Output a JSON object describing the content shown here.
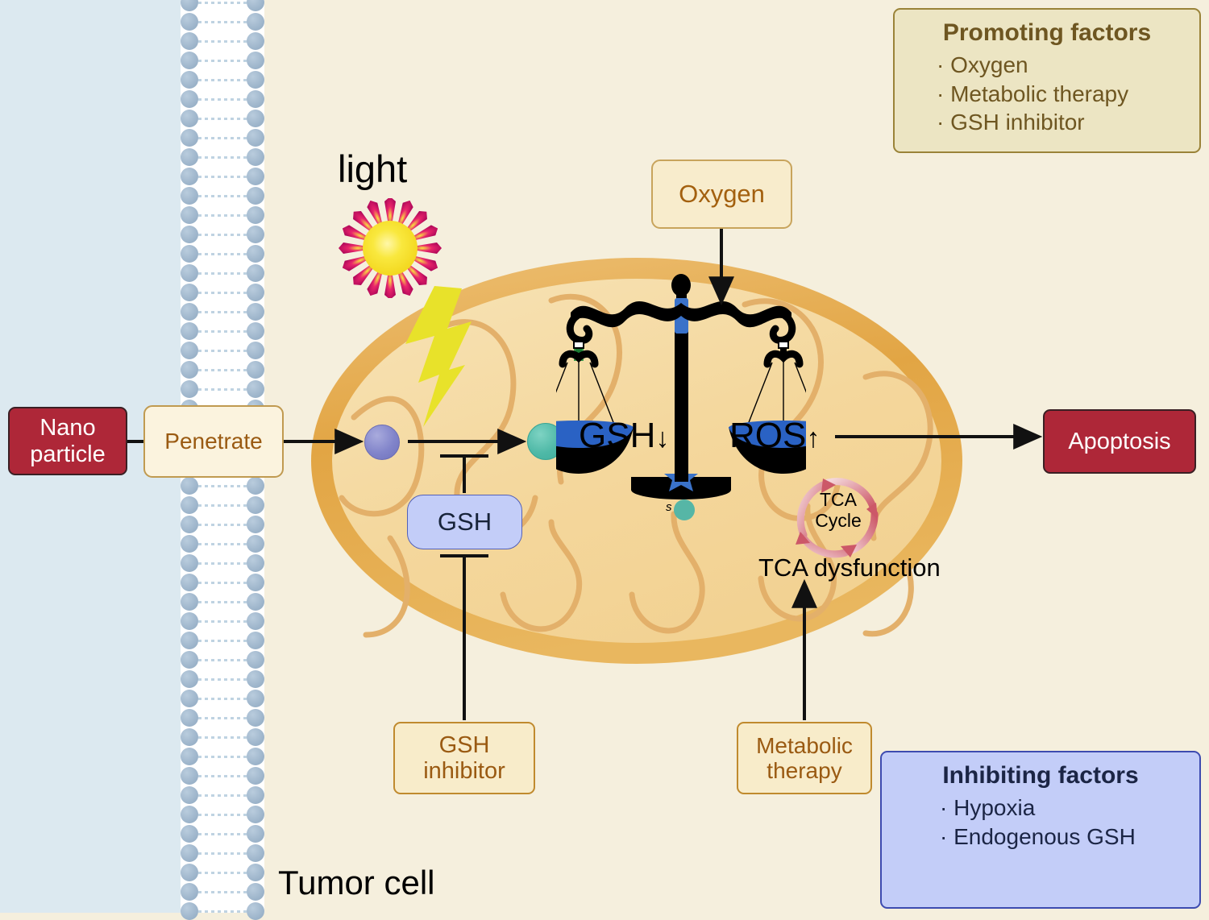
{
  "diagram": {
    "title_region": "tumor cell mitochondrial redox imbalance schematic",
    "tumor_cell_label": "Tumor cell",
    "light_label": "light"
  },
  "flow": {
    "nano_particle": "Nano\nparticle",
    "nano_particle_line1": "Nano",
    "nano_particle_line2": "particle",
    "penetrate": "Penetrate",
    "apoptosis": "Apoptosis",
    "oxygen": "Oxygen",
    "gsh_pill": "GSH",
    "gsh_inhibitor_line1": "GSH",
    "gsh_inhibitor_line2": "inhibitor",
    "metabolic_therapy_line1": "Metabolic",
    "metabolic_therapy_line2": "therapy"
  },
  "balance": {
    "left_pan_label": "GSH",
    "left_pan_arrow": "↓",
    "right_pan_label": "ROS",
    "right_pan_arrow": "↑",
    "base_mark": "s"
  },
  "tca": {
    "cycle_line1": "TCA",
    "cycle_line2": "Cycle",
    "dysfunction": "TCA dysfunction"
  },
  "promoting_factors": {
    "title": "Promoting factors",
    "items": [
      "Oxygen",
      "Metabolic therapy",
      "GSH inhibitor"
    ]
  },
  "inhibiting_factors": {
    "title": "Inhibiting factors",
    "items": [
      "Hypoxia",
      "Endogenous GSH"
    ]
  },
  "colors": {
    "extracellular_bg": "#dce9f0",
    "cytoplasm_bg": "#f5efdd",
    "membrane_head": "#9fb6cc",
    "mito_outer": "#e0a747",
    "mito_matrix": "#f3d79a",
    "mito_cristae": "#e4b169",
    "nano_particle_box": "#ae2738",
    "apoptosis_box": "#ae2738",
    "tan_box": "#f8ecca",
    "tan_box_border": "#c08a2e",
    "tan_box_text": "#9a5a12",
    "gsh_pill_fill": "#c3cdf8",
    "gsh_pill_border": "#5260b8",
    "promoting_fill": "#ece5c3",
    "promoting_border": "#9a8338",
    "promoting_text": "#6e5621",
    "inhibiting_fill": "#c3cdf8",
    "inhibiting_border": "#3d4bb0",
    "inhibiting_text": "#1b2545",
    "balance_black": "#000000",
    "balance_pan_blue": "#2a62c4",
    "sun_yellow": "#f7e53c",
    "sun_magenta": "#cf1154",
    "lightning_yellow": "#e8e22a",
    "particle_purple": "#7b7ec6",
    "particle_teal": "#54b8a8",
    "tca_arrow_red": "#cf5b6a"
  }
}
